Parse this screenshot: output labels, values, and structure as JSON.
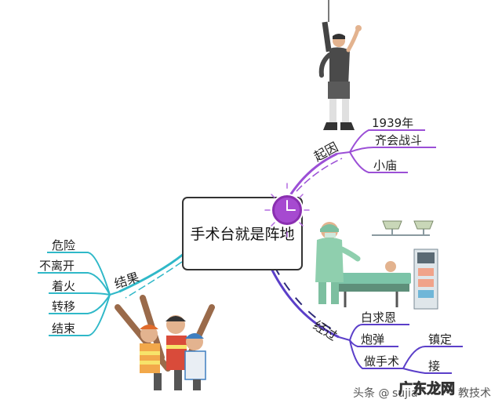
{
  "center": {
    "title": "手术台就是阵地"
  },
  "branches": {
    "cause": {
      "label": "起因",
      "color": "#9b4fd6",
      "items": [
        "1939年",
        "齐会战斗",
        "小庙"
      ]
    },
    "process": {
      "label": "经过",
      "color": "#5b3fc9",
      "items": [
        "白求恩",
        "炮弹",
        "做手术"
      ],
      "sub_items": [
        "镇定",
        "接"
      ]
    },
    "result": {
      "label": "结果",
      "color": "#2fb8c8",
      "items": [
        "危险",
        "不离开",
        "着火",
        "转移",
        "结束"
      ]
    }
  },
  "icons": [
    "clock-icon",
    "soldier-illustration",
    "surgery-illustration",
    "firefighters-illustration"
  ],
  "watermark": {
    "prefix": "头条 @",
    "handle": "sujia",
    "suffix": "教技术",
    "logo": "广东龙网"
  }
}
